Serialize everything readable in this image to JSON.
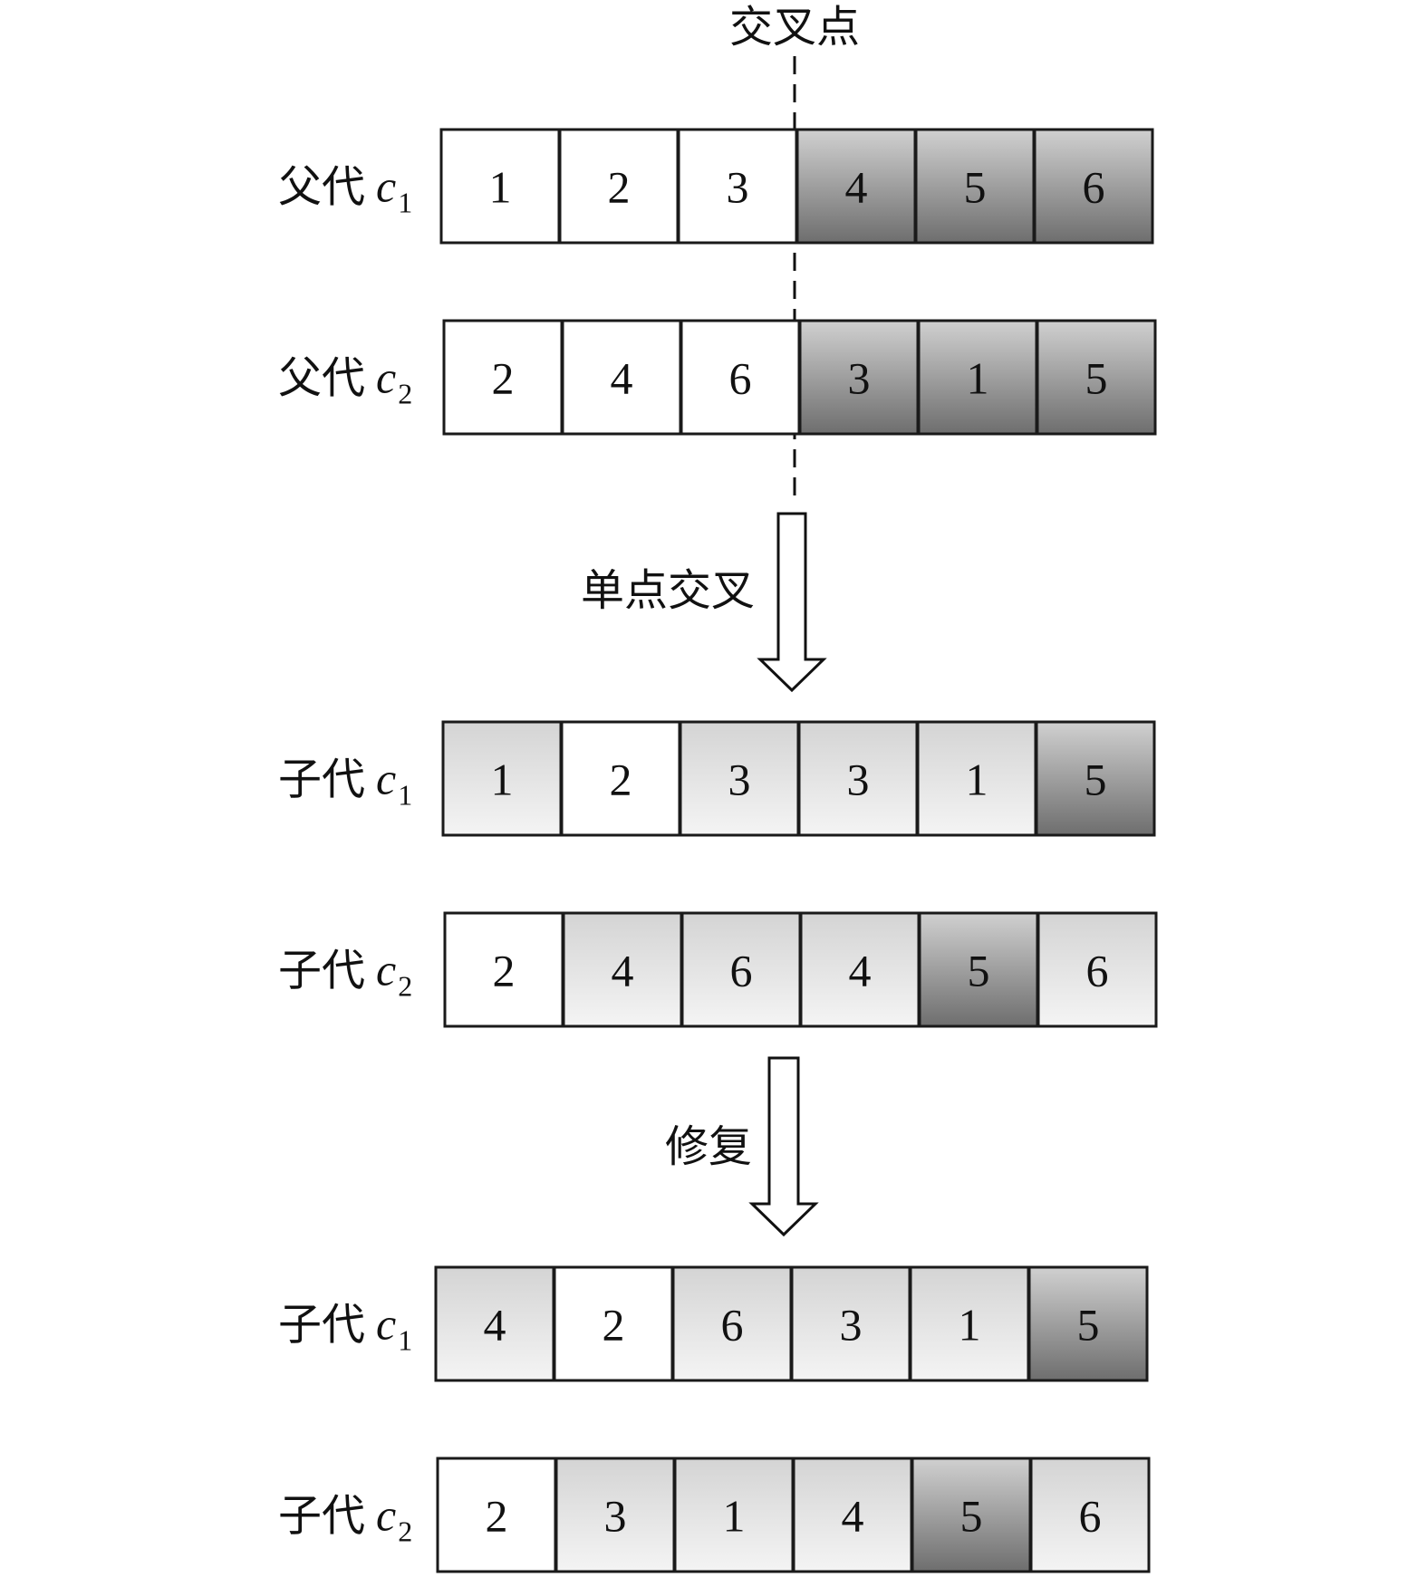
{
  "crossover_point_label": "交叉点",
  "steps": [
    {
      "id": "single-point-crossover",
      "label": "单点交叉"
    },
    {
      "id": "repair",
      "label": "修复"
    }
  ],
  "rows": [
    {
      "id": "parent-c1",
      "prefix": "父代",
      "var": "c",
      "sub": "1",
      "cells": [
        {
          "v": "1",
          "s": "white"
        },
        {
          "v": "2",
          "s": "white"
        },
        {
          "v": "3",
          "s": "white"
        },
        {
          "v": "4",
          "s": "dark"
        },
        {
          "v": "5",
          "s": "dark"
        },
        {
          "v": "6",
          "s": "dark"
        }
      ]
    },
    {
      "id": "parent-c2",
      "prefix": "父代",
      "var": "c",
      "sub": "2",
      "cells": [
        {
          "v": "2",
          "s": "white"
        },
        {
          "v": "4",
          "s": "white"
        },
        {
          "v": "6",
          "s": "white"
        },
        {
          "v": "3",
          "s": "dark"
        },
        {
          "v": "1",
          "s": "dark"
        },
        {
          "v": "5",
          "s": "dark"
        }
      ]
    },
    {
      "id": "child-c1-crossed",
      "prefix": "子代",
      "var": "c",
      "sub": "1",
      "cells": [
        {
          "v": "1",
          "s": "light"
        },
        {
          "v": "2",
          "s": "white"
        },
        {
          "v": "3",
          "s": "light"
        },
        {
          "v": "3",
          "s": "light"
        },
        {
          "v": "1",
          "s": "light"
        },
        {
          "v": "5",
          "s": "dark"
        }
      ]
    },
    {
      "id": "child-c2-crossed",
      "prefix": "子代",
      "var": "c",
      "sub": "2",
      "cells": [
        {
          "v": "2",
          "s": "white"
        },
        {
          "v": "4",
          "s": "light"
        },
        {
          "v": "6",
          "s": "light"
        },
        {
          "v": "4",
          "s": "light"
        },
        {
          "v": "5",
          "s": "dark"
        },
        {
          "v": "6",
          "s": "light"
        }
      ]
    },
    {
      "id": "child-c1-repaired",
      "prefix": "子代",
      "var": "c",
      "sub": "1",
      "cells": [
        {
          "v": "4",
          "s": "light"
        },
        {
          "v": "2",
          "s": "white"
        },
        {
          "v": "6",
          "s": "light"
        },
        {
          "v": "3",
          "s": "light"
        },
        {
          "v": "1",
          "s": "light"
        },
        {
          "v": "5",
          "s": "dark"
        }
      ]
    },
    {
      "id": "child-c2-repaired",
      "prefix": "子代",
      "var": "c",
      "sub": "2",
      "cells": [
        {
          "v": "2",
          "s": "white"
        },
        {
          "v": "3",
          "s": "light"
        },
        {
          "v": "1",
          "s": "light"
        },
        {
          "v": "4",
          "s": "light"
        },
        {
          "v": "5",
          "s": "dark"
        },
        {
          "v": "6",
          "s": "light"
        }
      ]
    }
  ]
}
